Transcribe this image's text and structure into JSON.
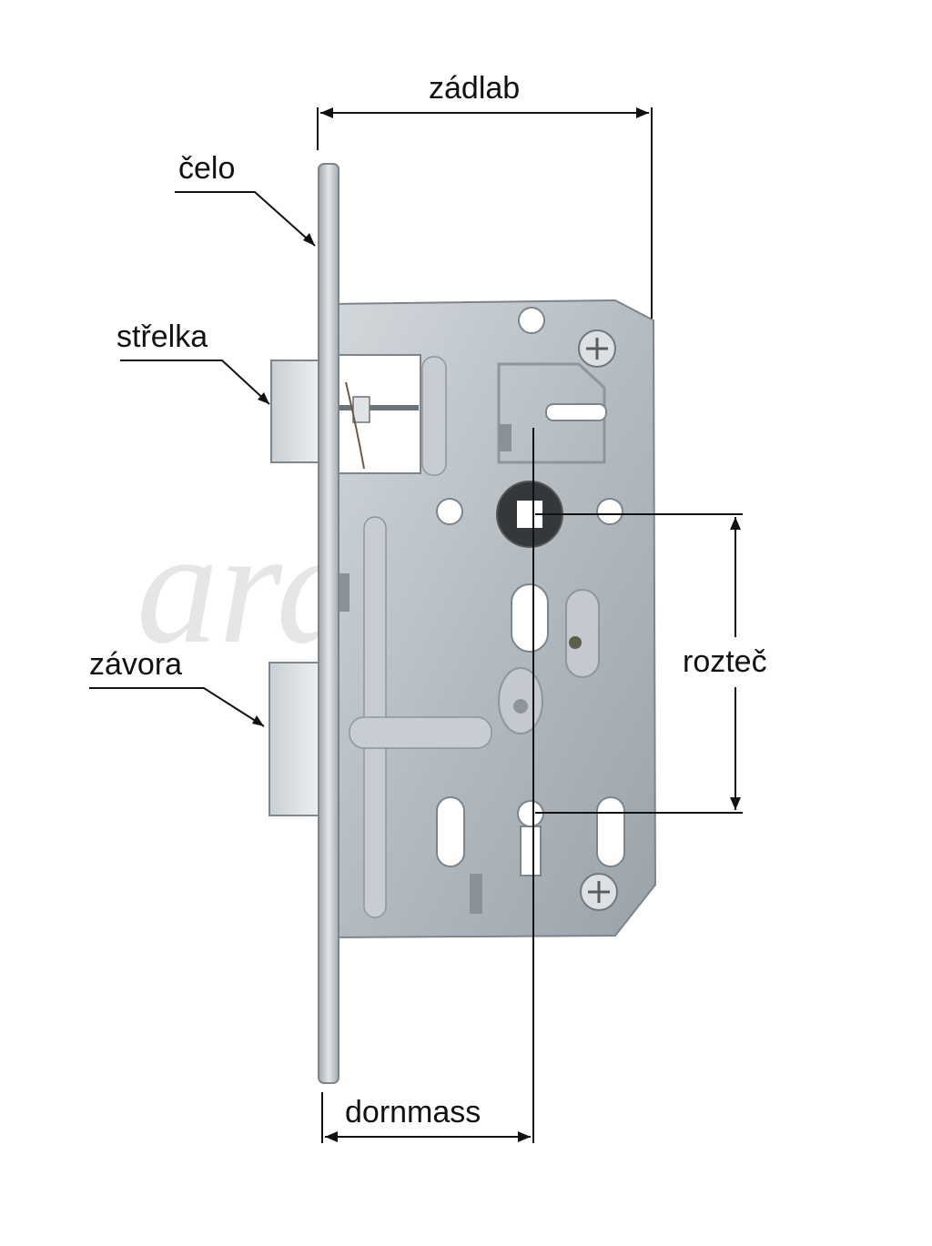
{
  "labels": {
    "zadlab": "zádlab",
    "celo": "čelo",
    "strelka": "střelka",
    "zavora": "závora",
    "roztec": "rozteč",
    "dornmass": "dornmass"
  },
  "watermark": "arde.cz",
  "colors": {
    "metal": "#b9c0c6",
    "metal_dark": "#8a939a",
    "line": "#111111"
  }
}
